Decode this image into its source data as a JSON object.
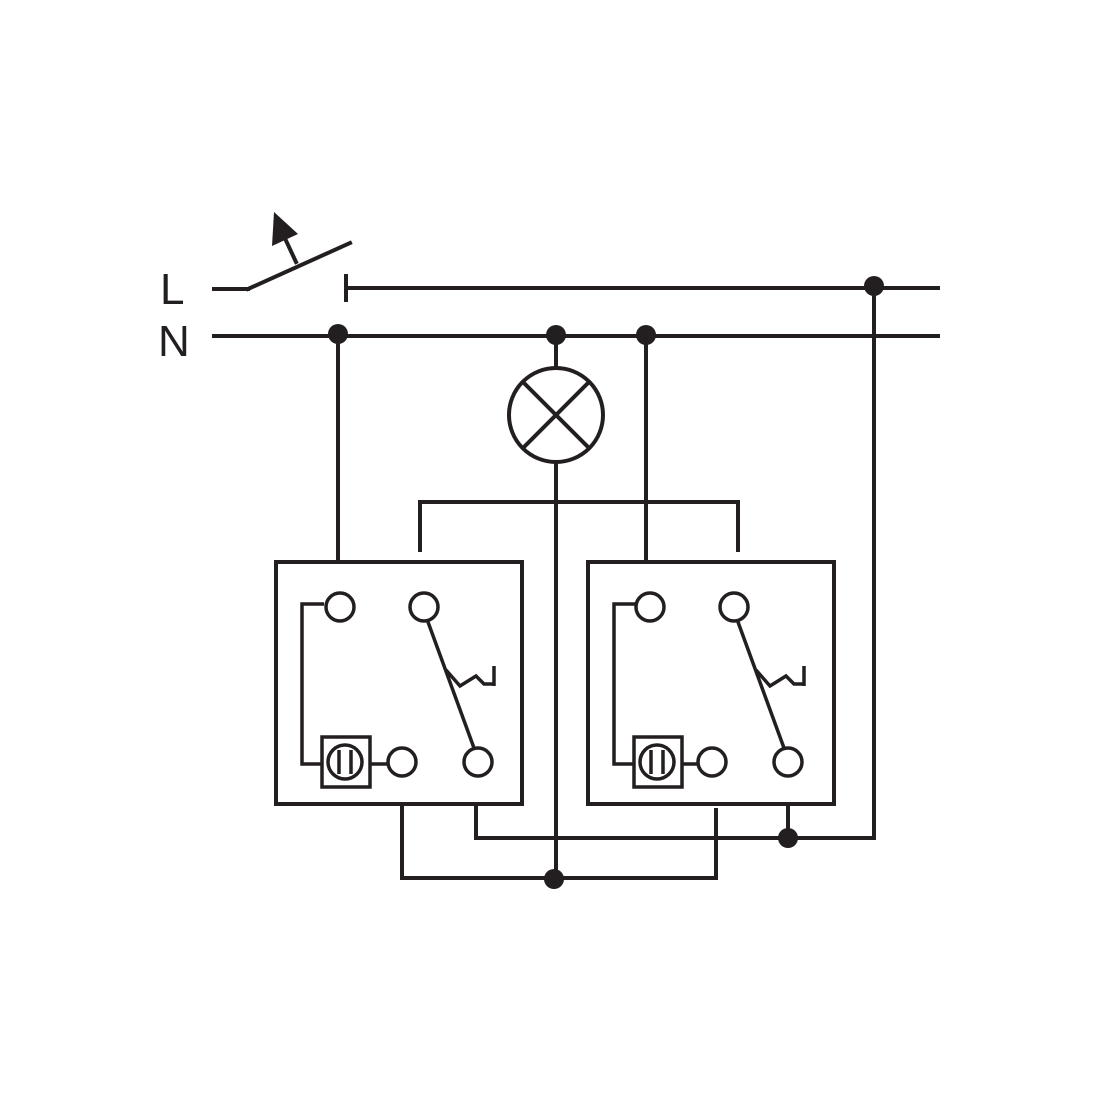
{
  "diagram": {
    "lines": [
      {
        "id": "line-l",
        "label": "L"
      },
      {
        "id": "line-n",
        "label": "N"
      }
    ],
    "components": {
      "main_switch": "switch-icon",
      "lamp": "lamp-icon",
      "switch_units": [
        "switch-unit-left",
        "switch-unit-right"
      ]
    },
    "colors": {
      "wire": "#231f20",
      "background": "#ffffff"
    }
  }
}
